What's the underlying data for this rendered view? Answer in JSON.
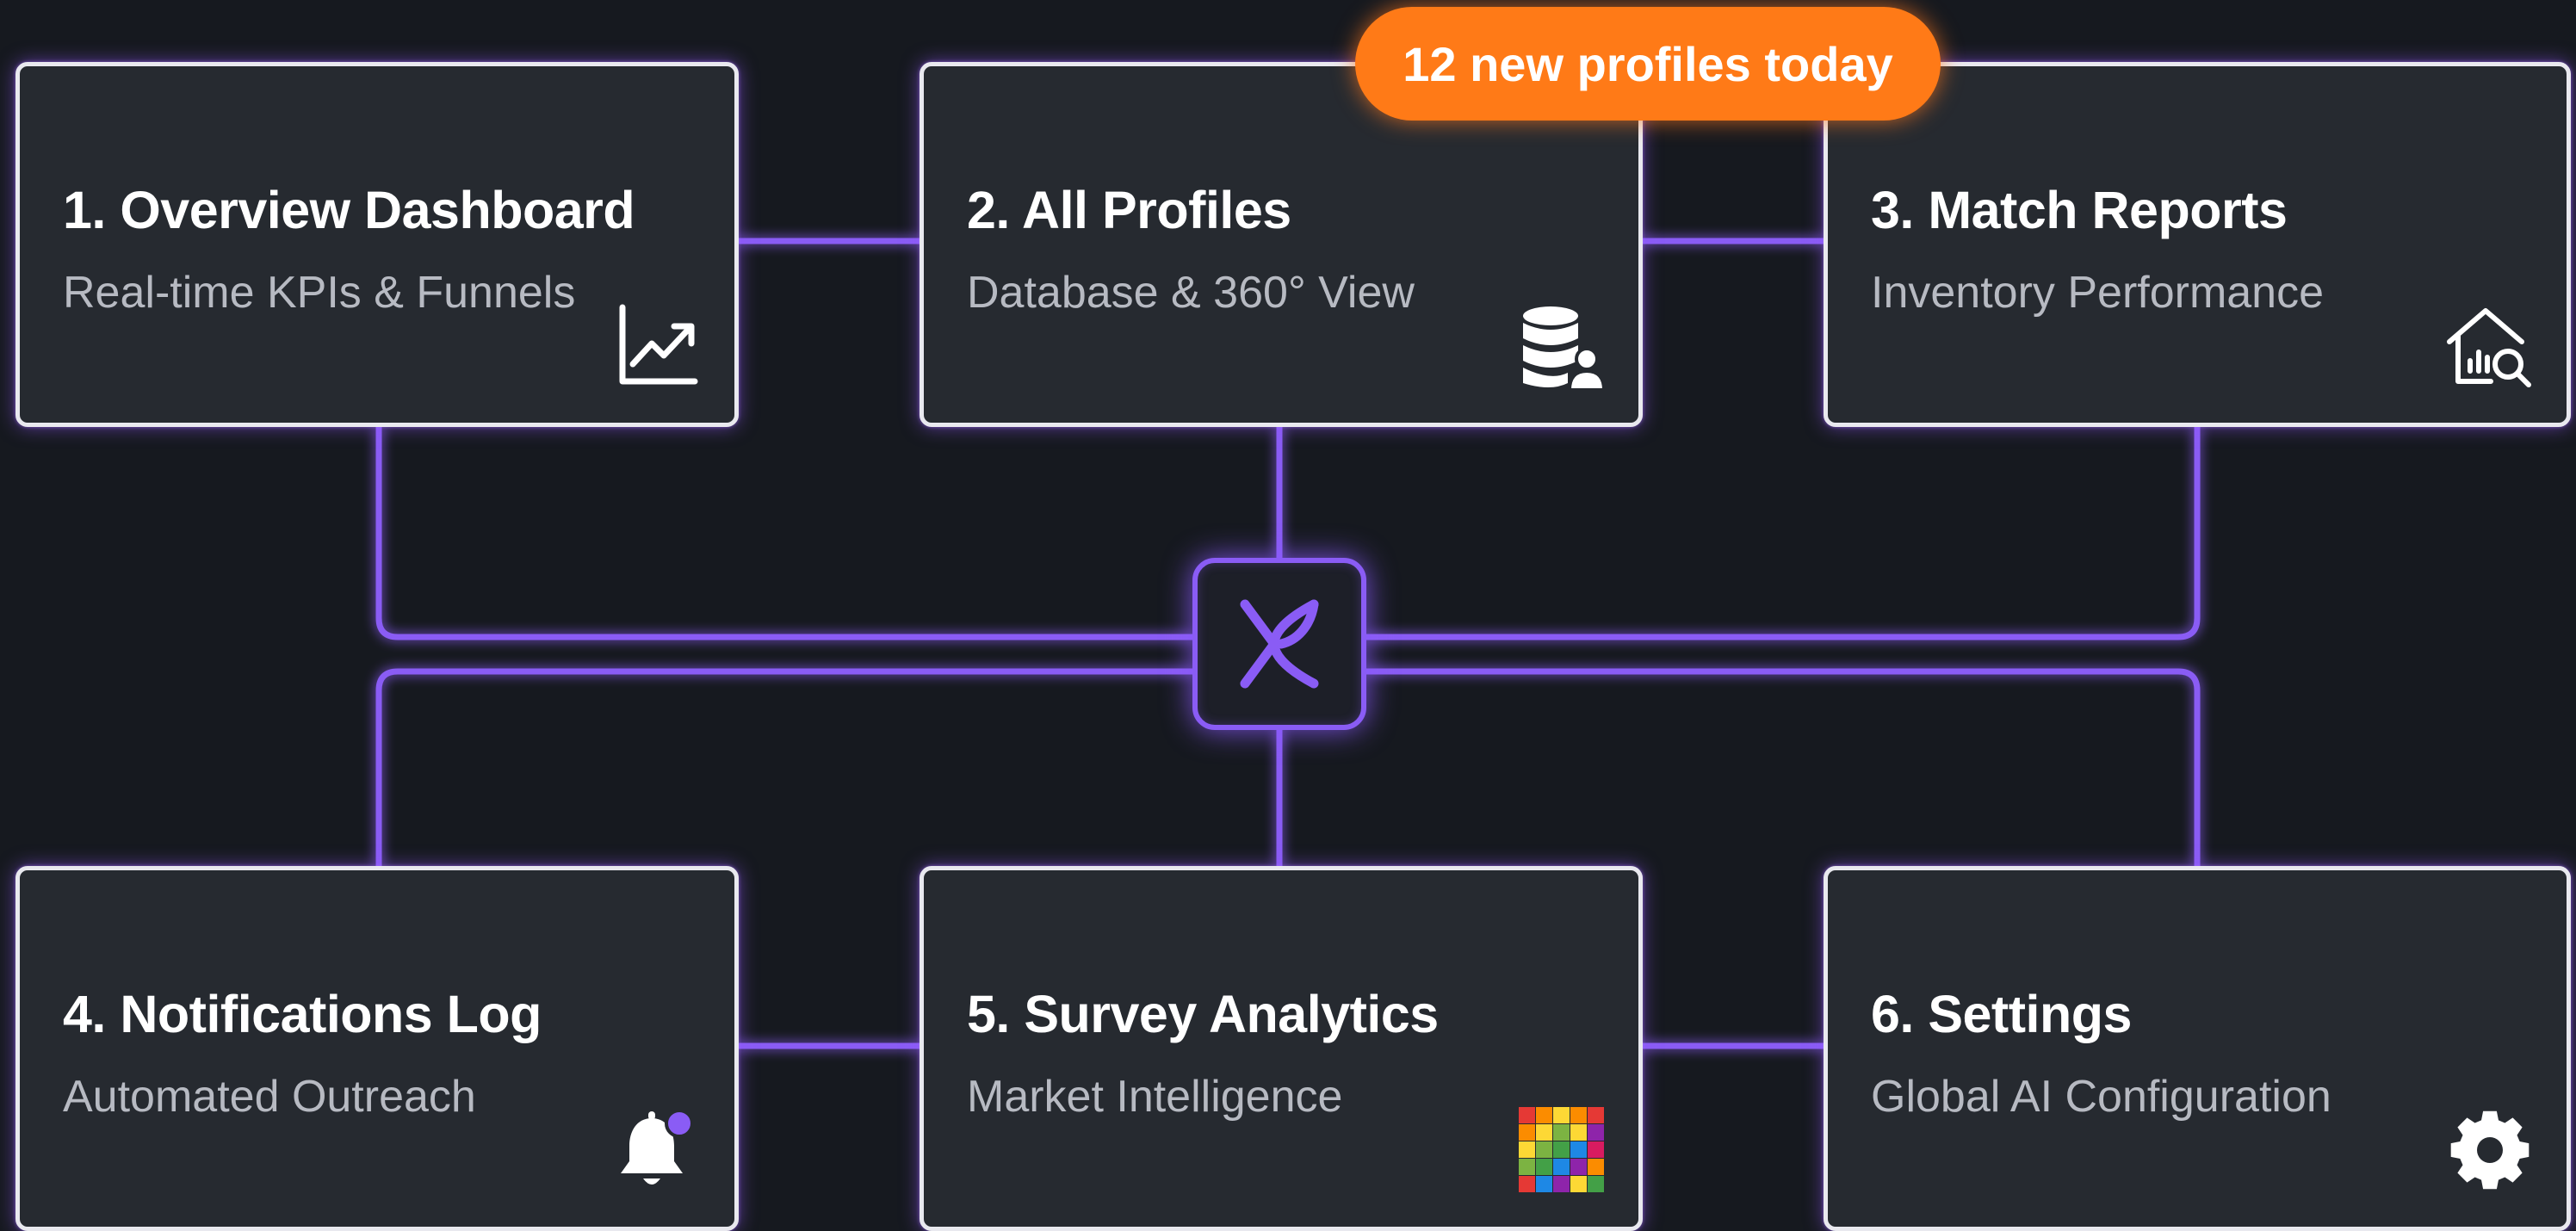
{
  "badge": {
    "text": "12 new profiles today",
    "color": "#ff7a17"
  },
  "hub": {
    "icon": "logo-icon",
    "color": "#8a5cf5"
  },
  "accent_color": "#8a5cf5",
  "cards": [
    {
      "title": "1. Overview Dashboard",
      "subtitle": "Real-time KPIs & Funnels",
      "icon": "line-chart-icon"
    },
    {
      "title": "2. All Profiles",
      "subtitle": "Database & 360° View",
      "icon": "database-user-icon"
    },
    {
      "title": "3. Match Reports",
      "subtitle": "Inventory Performance",
      "icon": "house-search-icon"
    },
    {
      "title": "4. Notifications Log",
      "subtitle": "Automated Outreach",
      "icon": "bell-notification-icon"
    },
    {
      "title": "5. Survey Analytics",
      "subtitle": "Market Intelligence",
      "icon": "heatmap-icon"
    },
    {
      "title": "6. Settings",
      "subtitle": "Global AI Configuration",
      "icon": "gear-icon"
    }
  ]
}
